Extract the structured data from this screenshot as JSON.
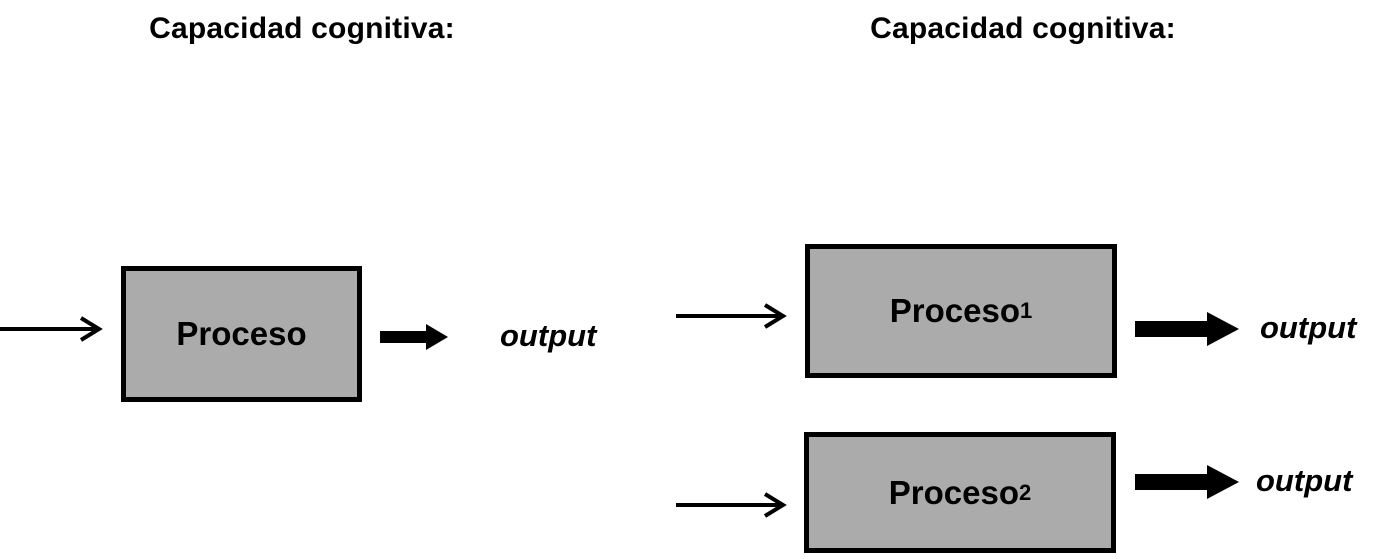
{
  "colors": {
    "background": "#ffffff",
    "box_fill": "#ababab",
    "box_border": "#000000",
    "arrow": "#000000",
    "text": "#000000"
  },
  "left_panel": {
    "title": "Capacidad cognitiva:",
    "process": {
      "label": "Proceso",
      "subscript": ""
    },
    "output_label": "output"
  },
  "right_panel": {
    "title": "Capacidad cognitiva:",
    "processes": [
      {
        "label": "Proceso",
        "subscript": "1",
        "output_label": "output"
      },
      {
        "label": "Proceso",
        "subscript": "2",
        "output_label": "output"
      }
    ]
  }
}
